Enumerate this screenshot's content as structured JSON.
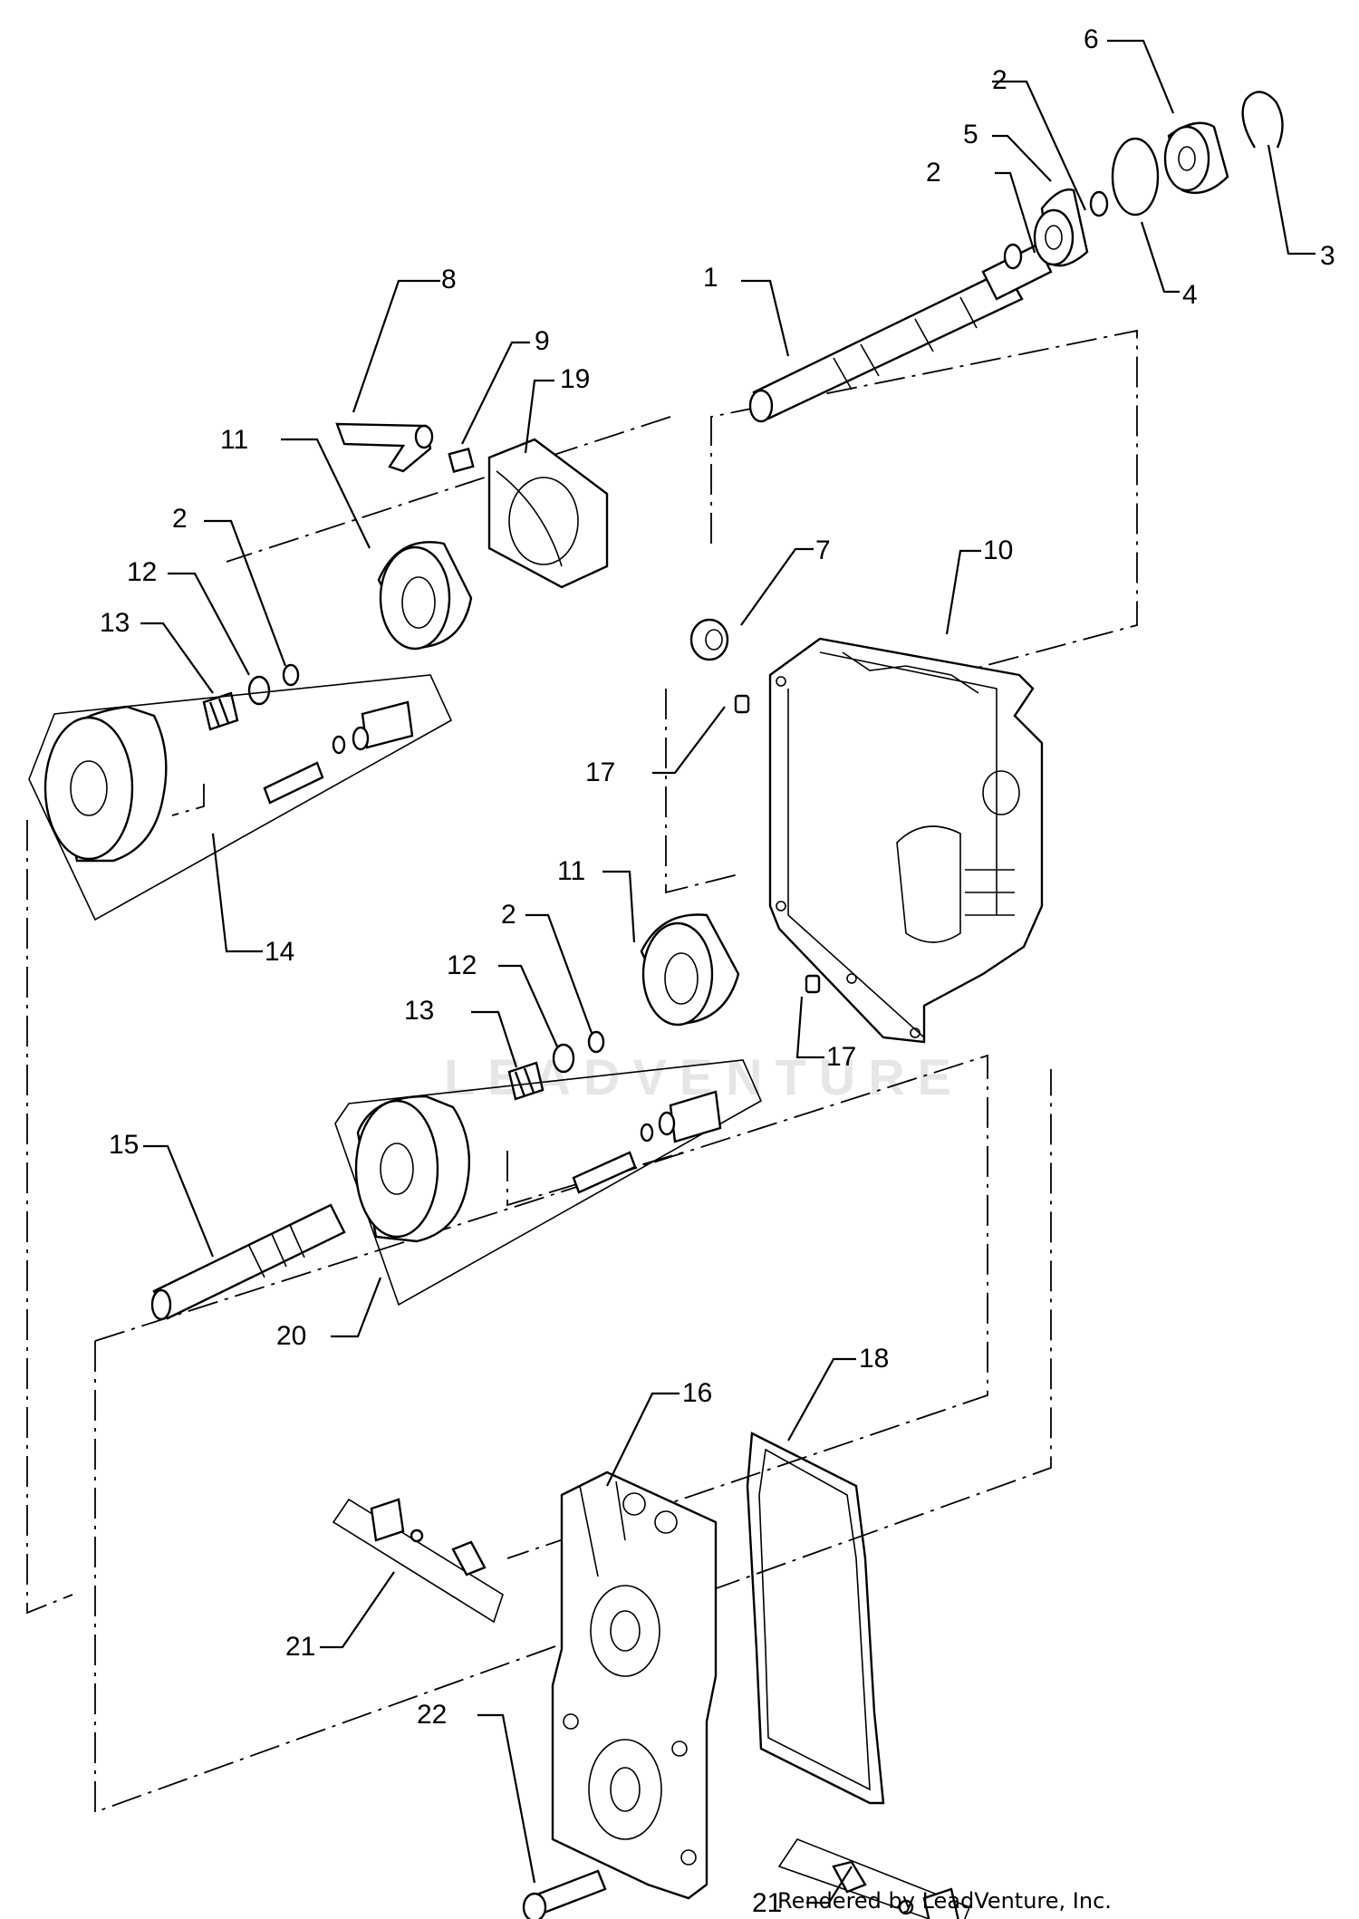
{
  "watermark": "LEADVENTURE",
  "credit": "Rendered by LeadVenture, Inc.",
  "callouts": {
    "c1": "1",
    "c2a": "2",
    "c2b": "2",
    "c2c": "2",
    "c2d": "2",
    "c3": "3",
    "c4": "4",
    "c5": "5",
    "c6": "6",
    "c7": "7",
    "c8": "8",
    "c9": "9",
    "c10": "10",
    "c11a": "11",
    "c11b": "11",
    "c12a": "12",
    "c12b": "12",
    "c13a": "13",
    "c13b": "13",
    "c14": "14",
    "c15": "15",
    "c16": "16",
    "c17a": "17",
    "c17b": "17",
    "c18": "18",
    "c19": "19",
    "c20": "20",
    "c21a": "21",
    "c21b": "21",
    "c22": "22"
  }
}
